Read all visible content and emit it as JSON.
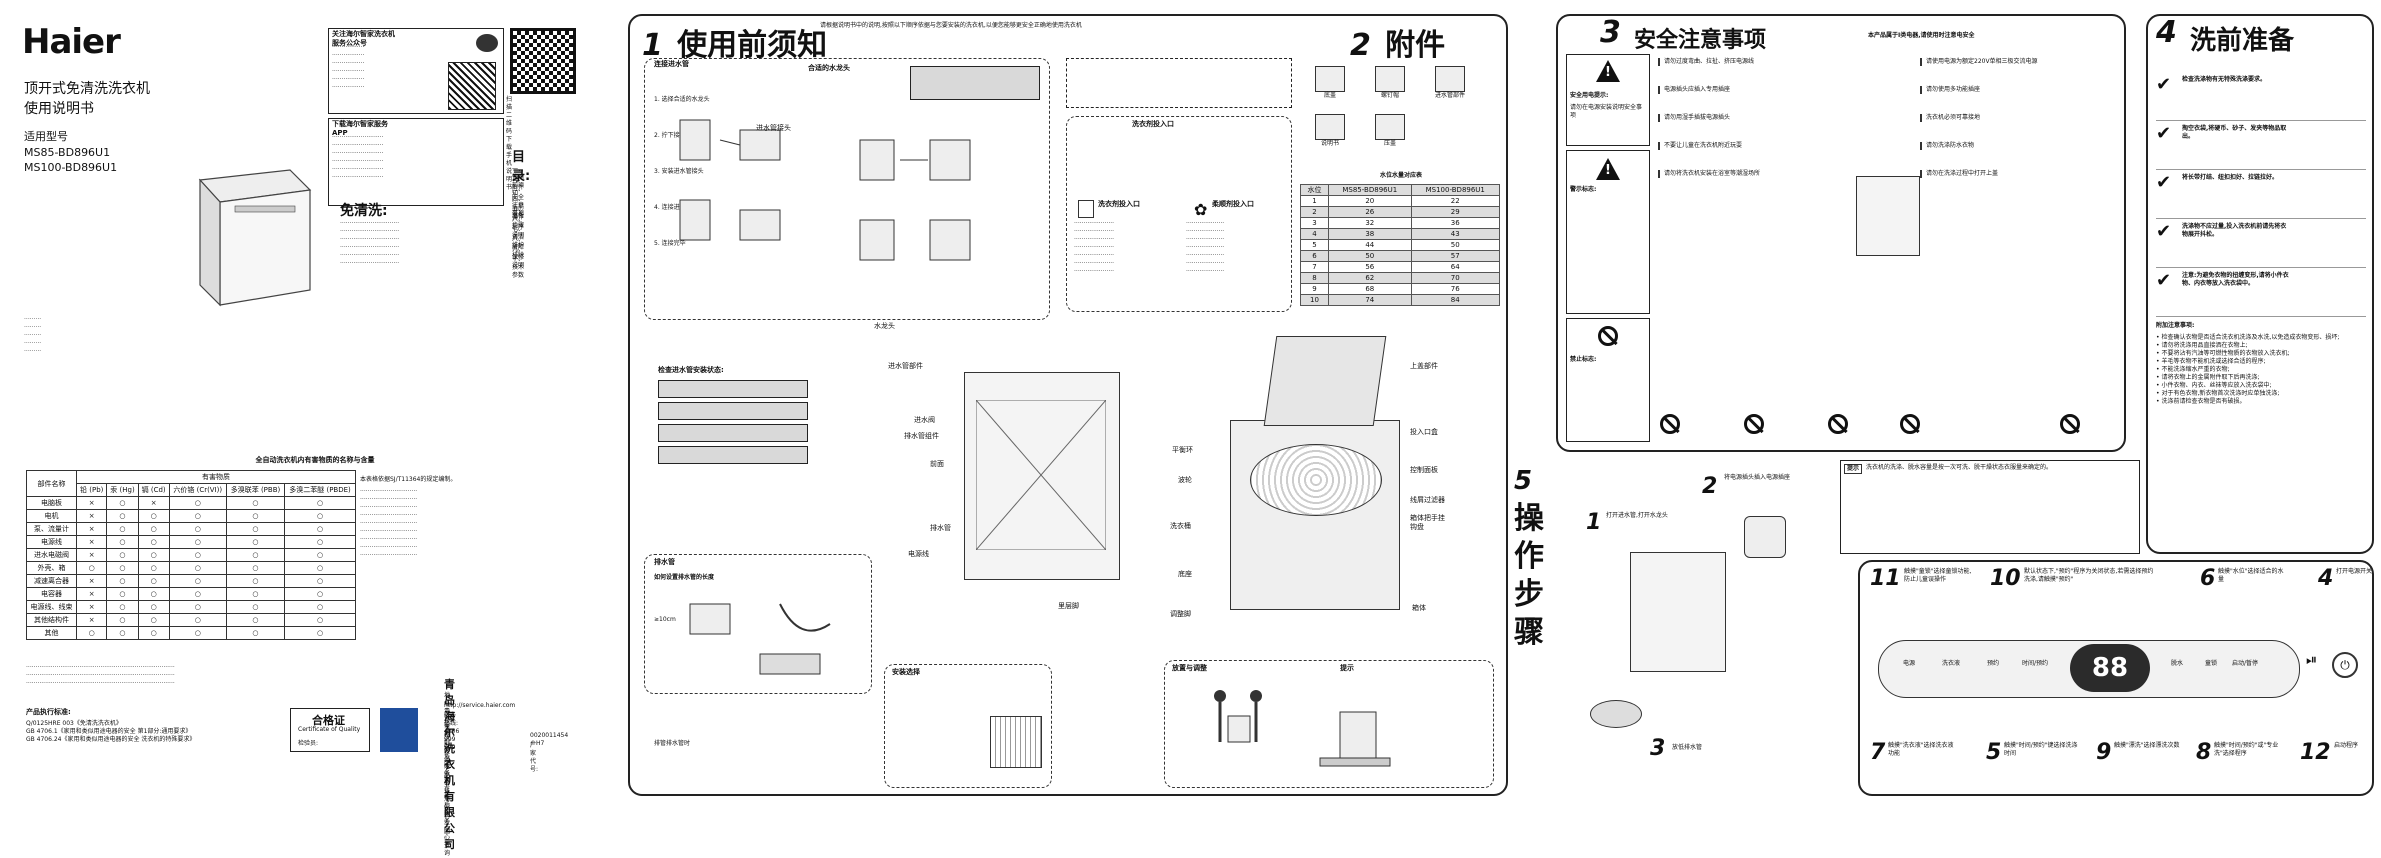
{
  "cover": {
    "brand": "Haier",
    "product_title": "顶开式免清洗洗衣机",
    "manual_title": "使用说明书",
    "models_label": "适用型号",
    "model_1": "MS85-BD896U1",
    "model_2": "MS100-BD896U1",
    "wechat_title": "关注海尔智家洗衣机服务公众号",
    "app_title": "下载海尔智家服务APP",
    "qr_caption": "扫描二维码下载手机说明书",
    "toc_title": "目录:",
    "toc_items": [
      "一、使用前须知",
      "二、附件",
      "三、安全注意事项",
      "四、洗前准备",
      "五、操作步骤",
      "六、程序说明",
      "七、清洁维护",
      "八、故障排除",
      "九、保修说明",
      "十、技术参数"
    ],
    "clean_title": "免清洗:",
    "rohs_title": "全自动洗衣机内有害物质的名称与含量",
    "rohs_headers": [
      "部件名称",
      "铅 (Pb)",
      "汞 (Hg)",
      "镉 (Cd)",
      "六价铬 (Cr(VI))",
      "多溴联苯 (PBB)",
      "多溴二苯醚 (PBDE)"
    ],
    "rohs_group": "有害物质",
    "rohs_rows": [
      [
        "电脑板",
        "×",
        "○",
        "×",
        "○",
        "○",
        "○"
      ],
      [
        "电机",
        "×",
        "○",
        "○",
        "○",
        "○",
        "○"
      ],
      [
        "泵、流量计",
        "×",
        "○",
        "○",
        "○",
        "○",
        "○"
      ],
      [
        "电源线",
        "×",
        "○",
        "○",
        "○",
        "○",
        "○"
      ],
      [
        "进水电磁阀",
        "×",
        "○",
        "○",
        "○",
        "○",
        "○"
      ],
      [
        "外壳、箱",
        "○",
        "○",
        "○",
        "○",
        "○",
        "○"
      ],
      [
        "减速离合器",
        "×",
        "○",
        "○",
        "○",
        "○",
        "○"
      ],
      [
        "电容器",
        "×",
        "○",
        "○",
        "○",
        "○",
        "○"
      ],
      [
        "电源线、线束",
        "×",
        "○",
        "○",
        "○",
        "○",
        "○"
      ],
      [
        "其他结构件",
        "×",
        "○",
        "○",
        "○",
        "○",
        "○"
      ],
      [
        "其他",
        "○",
        "○",
        "○",
        "○",
        "○",
        "○"
      ]
    ],
    "rohs_note": "本表格依据SJ/T11364的规定编制。",
    "standards_title": "产品执行标准:",
    "standards": [
      "Q/0125HRE 003《免清洗洗衣机》",
      "GB 4706.1《家用和类似用途电器的安全 第1部分:通用要求》",
      "GB 4706.24《家用和类似用途电器的安全 洗衣机的特殊要求》"
    ],
    "certificate": "合格证",
    "certificate_en": "Certificate of Quality",
    "inspector": "检验员:",
    "company": "青岛海尔洗衣机有限公司",
    "service_url": "http://service.haier.com",
    "address": "地址:青岛市崂山区海尔路1号海尔工业园",
    "hotline": "服务热线: 4006 999 999",
    "tel_note": "零售价格及服务请在售后服务中心查询",
    "code": "0020011454 ©H7",
    "factory": "厂家代号:"
  },
  "section1": {
    "num": "1",
    "title": "使用前须知",
    "intro": "请根据说明书中的说明,按照以下顺序依据与您要安装的洗衣机,以便您能够更安全正确地使用洗衣机",
    "connect_title": "连接进水管",
    "faucet_title": "合适的水龙头",
    "steps": [
      "1. 选择合适的水龙头",
      "2. 拧下接头",
      "3. 安装进水管接头",
      "4. 连接进水管",
      "5. 连接完毕"
    ],
    "inlet_label": "进水管接头",
    "check_title": "检查进水管安装状态:",
    "parts": {
      "faucet": "水龙头",
      "inlet_parts": "进水管部件",
      "top_cover": "上盖部件",
      "detergent_box": "投入口盒",
      "control_panel": "控制面板",
      "balance_ring": "平衡环",
      "water_inlet_valve": "进水阀",
      "drain_valve_assy": "排水管组件",
      "drain_hose": "排水管",
      "power_cord": "电源线",
      "adjust_leg": "调整脚",
      "base": "底座",
      "cabinet": "箱体",
      "inner_tub": "洗衣桶",
      "agitator": "波轮",
      "lint_filter": "线屑过滤器",
      "rear_leg": "里层脚",
      "panel_hook": "箱体把手挂钩盘",
      "front_panel": "前面"
    },
    "drain_title": "排水管",
    "drain_sub": "如何设置排水管的长度",
    "drain_height": "≥10cm",
    "install_title": "安装选择",
    "adjust_title": "放置与调整",
    "lift_title": "提示",
    "drain_note": "排管排水管时"
  },
  "section2": {
    "num": "2",
    "title": "附件",
    "accessories": [
      "底盖",
      "螺钉帽",
      "进水管部件",
      "说明书",
      "压盖"
    ],
    "detergent_title": "洗衣剂投入口",
    "detergent_label": "洗衣剂投入口",
    "softener_label": "柔顺剂投入口",
    "spec_title": "水位水量对应表",
    "spec_headers": [
      "水位",
      "MS85-BD896U1",
      "MS100-BD896U1"
    ],
    "spec_rows": [
      [
        "1",
        "20",
        "22"
      ],
      [
        "2",
        "26",
        "29"
      ],
      [
        "3",
        "32",
        "36"
      ],
      [
        "4",
        "38",
        "43"
      ],
      [
        "5",
        "44",
        "50"
      ],
      [
        "6",
        "50",
        "57"
      ],
      [
        "7",
        "56",
        "64"
      ],
      [
        "8",
        "62",
        "70"
      ],
      [
        "9",
        "68",
        "76"
      ],
      [
        "10",
        "74",
        "84"
      ]
    ]
  },
  "section3": {
    "num": "3",
    "title": "安全注意事项",
    "subtitle": "本产品属于Ⅰ类电器,请使用时注意电安全",
    "safe_use": "安全用电提示:",
    "safe_use_desc": "请勿在电源安装说明安全事项",
    "warning_label": "警示标志:",
    "forbid_label": "禁止标志:",
    "items_left": [
      "请勿过度弯曲、拉扯、挤压电源线",
      "电源插头应插入专用插座",
      "请勿用湿手插拔电源插头",
      "不要让儿童在洗衣机附近玩耍",
      "请勿将洗衣机安装在浴室等潮湿场所"
    ],
    "items_right": [
      "请使用电源为额定220V单相三极交流电源",
      "请勿使用多功能插座",
      "洗衣机必须可靠接地",
      "请勿洗涤防水衣物",
      "请勿在洗涤过程中打开上盖"
    ]
  },
  "section4": {
    "num": "4",
    "title": "洗前准备",
    "items": [
      "检查洗涤物有无特殊洗涤要求。",
      "掏空衣袋,将硬币、砂子、发夹等物品取出。",
      "将长带打结、纽扣扣好、拉链拉好。",
      "洗涤物不应过量,投入洗衣机前请先将衣物展开抖松。",
      "注意:为避免衣物的扭缠变形,请将小件衣物、内衣等放入洗衣袋中。"
    ],
    "notes_title": "附加注意事项:",
    "notes": [
      "检查确认衣物是否适合洗衣机洗涤及水洗,以免造成衣物变形、损坏;",
      "请勿将洗涤用品直接洒在衣物上;",
      "不要将沾有汽油等可燃性物质的衣物放入洗衣机;",
      "羊毛等衣物不能机洗或选择合适的程序;",
      "不能洗涤缩水严重的衣物;",
      "请将衣物上的金属附件取下后再洗涤;",
      "小件衣物、内衣、丝袜等应放入洗衣袋中;",
      "对于有色衣物,新衣物首次洗涤时应单独洗涤;",
      "洗涤前请检查衣物是否有破损。"
    ]
  },
  "section5": {
    "num": "5",
    "title_chars": [
      "操",
      "作",
      "步",
      "骤"
    ],
    "step1": "打开进水管,打开水龙头",
    "step2": "将电源插头插入电源插座",
    "step3": "放低排水管",
    "step4": "打开电源开关",
    "step5": "触摸\"时间/预约\"键选择洗涤时间",
    "step6": "触摸\"水位\"选择适合的水量",
    "step7": "触摸\"洗衣液\"选择洗衣液功能",
    "step8": "触摸\"时间/预约\"或\"专业洗\"选择程序",
    "step9": "触摸\"漂洗\"选择漂洗次数",
    "step10": "默认状态下,\"预约\"程序为关闭状态,若需选择预约洗涤,请触摸\"预约\"",
    "step11": "触摸\"童锁\"选择童锁功能,防止儿童误操作",
    "step12": "启动程序",
    "hint_label": "提示",
    "hint_text": "洗衣机的洗涤、脱水容量是按一次可洗、脱干燥状态衣服量来确定的。",
    "display_value": "88",
    "panel_buttons": [
      "电源",
      "洗衣液",
      "预约",
      "时间/预约",
      "水位",
      "漂洗",
      "脱水",
      "童锁",
      "启动/暂停"
    ]
  },
  "colors": {
    "ink": "#111111",
    "panel_gray": "#d9d9d9",
    "dark": "#2b2b2b",
    "badge_blue": "#1f4e9c"
  }
}
